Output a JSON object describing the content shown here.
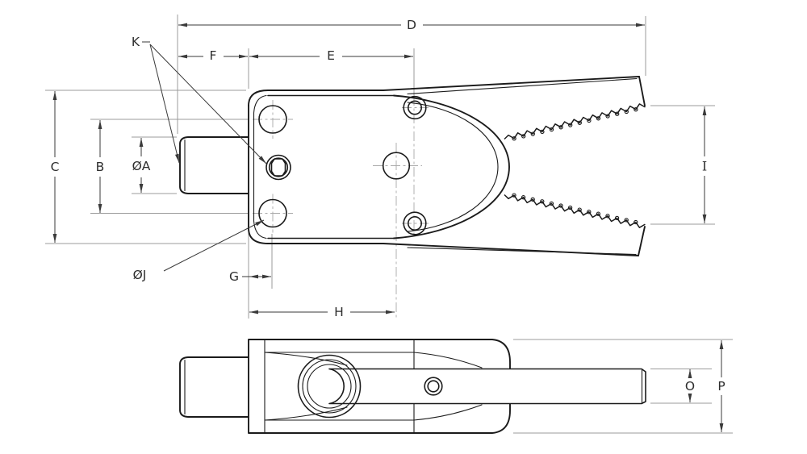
{
  "labels": {
    "a": "ØA",
    "b": "B",
    "c": "C",
    "d": "D",
    "e": "E",
    "f": "F",
    "g": "G",
    "h": "H",
    "i": "I",
    "j": "ØJ",
    "k": "K",
    "o": "O",
    "p": "P"
  },
  "colors": {
    "background": "#ffffff",
    "part_outline": "#1b1b1b",
    "dimension_line": "#3a3a3a",
    "extension_line": "#9b9b9b",
    "centerline": "#a8a8a8",
    "text": "#2e2e2e"
  }
}
